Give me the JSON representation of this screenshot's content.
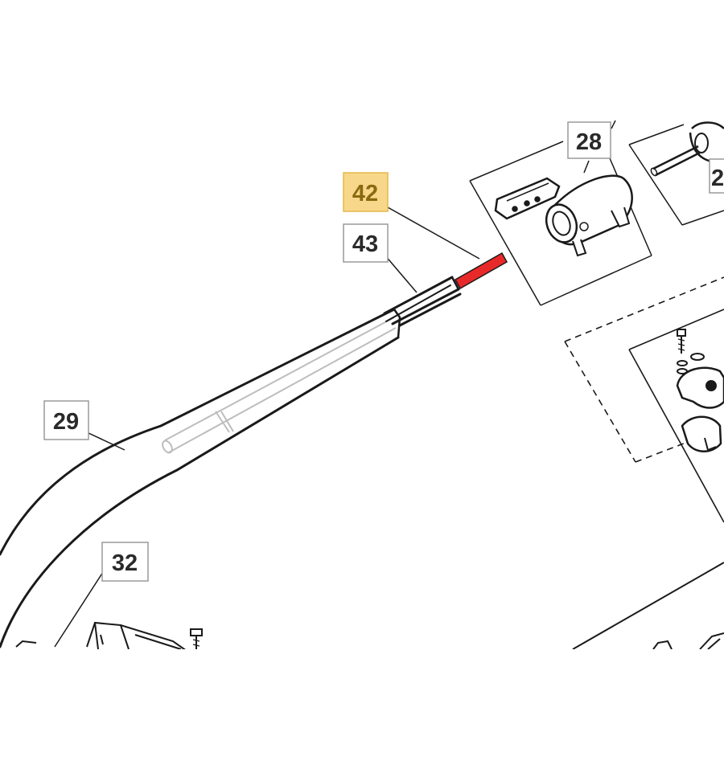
{
  "diagram": {
    "callouts": [
      {
        "id": "c28",
        "text": "28",
        "highlighted": false
      },
      {
        "id": "c2x",
        "text": "2",
        "highlighted": false
      },
      {
        "id": "c42",
        "text": "42",
        "highlighted": true
      },
      {
        "id": "c43",
        "text": "43",
        "highlighted": false
      },
      {
        "id": "c29",
        "text": "29",
        "highlighted": false
      },
      {
        "id": "c32",
        "text": "32",
        "highlighted": false
      }
    ],
    "colors": {
      "highlight_fill": "#f7d88a",
      "highlight_stroke": "#e6b84a",
      "rod_red": "#e8292a",
      "line": "#1a1a1a",
      "pale_tube": "#bfbfbf"
    }
  }
}
